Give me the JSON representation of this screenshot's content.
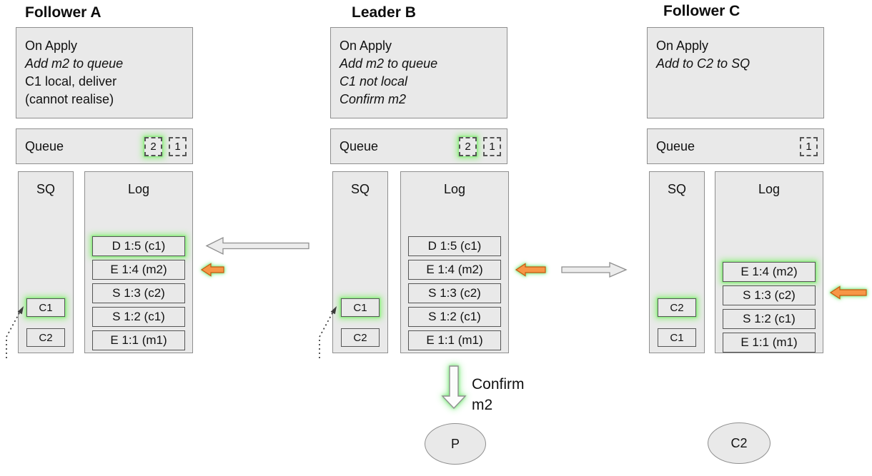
{
  "nodes": [
    {
      "title": "Follower A",
      "on_apply": [
        "On Apply",
        "Add m2 to queue",
        "C1 local, deliver",
        "(cannot realise)"
      ],
      "queue": {
        "label": "Queue",
        "slots": [
          "2",
          "1"
        ]
      },
      "sq": {
        "label": "SQ",
        "items": [
          "C1",
          "C2"
        ]
      },
      "log": {
        "label": "Log",
        "entries": [
          "D 1:5 (c1)",
          "E 1:4 (m2)",
          "S 1:3 (c2)",
          "S 1:2 (c1)",
          "E 1:1 (m1)"
        ]
      }
    },
    {
      "title": "Leader B",
      "on_apply": [
        "On Apply",
        "Add m2 to queue",
        "C1 not local",
        "Confirm m2"
      ],
      "queue": {
        "label": "Queue",
        "slots": [
          "2",
          "1"
        ]
      },
      "sq": {
        "label": "SQ",
        "items": [
          "C1",
          "C2"
        ]
      },
      "log": {
        "label": "Log",
        "entries": [
          "D 1:5 (c1)",
          "E 1:4 (m2)",
          "S 1:3 (c2)",
          "S 1:2 (c1)",
          "E 1:1 (m1)"
        ]
      }
    },
    {
      "title": "Follower C",
      "on_apply": [
        "On Apply",
        "Add to C2 to SQ"
      ],
      "queue": {
        "label": "Queue",
        "slots": [
          "1"
        ]
      },
      "sq": {
        "label": "SQ",
        "items": [
          "C2",
          "C1"
        ]
      },
      "log": {
        "label": "Log",
        "entries": [
          "E 1:4 (m2)",
          "S 1:3 (c2)",
          "S 1:2 (c1)",
          "E 1:1 (m1)"
        ]
      }
    }
  ],
  "confirm": {
    "line1": "Confirm",
    "line2": "m2"
  },
  "ellipses": {
    "p": "P",
    "c2": "C2"
  },
  "colors": {
    "highlight_green": "#7de77d",
    "arrow_orange": "#f79646",
    "arrow_orange_border": "#c55a11",
    "box_fill": "#e9e9e9",
    "box_border": "#8f8f8f"
  }
}
